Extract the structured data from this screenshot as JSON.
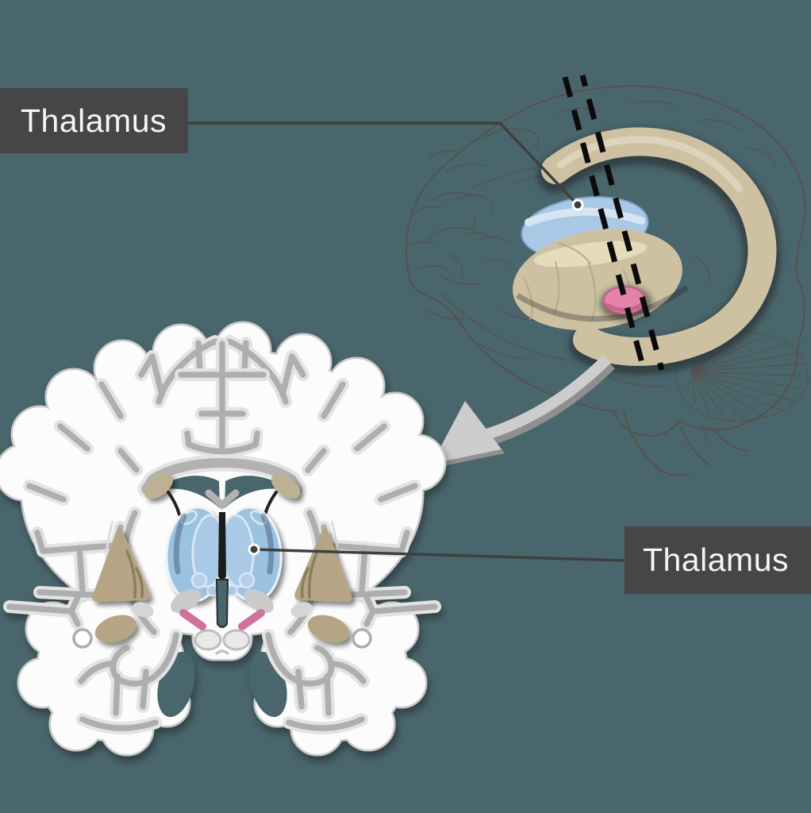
{
  "labels": {
    "sagittal": {
      "text": "Thalamus"
    },
    "coronal": {
      "text": "Thalamus"
    }
  },
  "illustration": {
    "views": [
      "sagittal-brain-with-section-plane",
      "coronal-brain-section"
    ],
    "icons": [
      "curved-arrow-icon",
      "leader-dot",
      "section-plane-dashed-lines"
    ]
  },
  "colors": {
    "bg": "#4a666d",
    "label_bg": "#464646",
    "label_text": "#f5f5f5",
    "leader_line": "#3f3f3f",
    "line_art": "#57504d",
    "structure_tan": "#cdc1a2",
    "structure_tan_dark": "#b4a88a",
    "structure_tan_light": "#ded5bd",
    "thalamus_blue": "#a9c8e6",
    "thalamus_blue_coronal": "#9cc2e2",
    "thalamus_blue_light": "#d9e7f3",
    "thalamus_blue_stroke": "#7fa3c6",
    "pink": "#e483aa",
    "pink_coronal": "#d1729c",
    "pink_dark": "#c2608a",
    "brain_white": "#fcfcfc",
    "brain_outline": "#c9c9c9",
    "sulcus_casing": "#e3e3e3",
    "sulcus_core": "#aeaeae",
    "basal_tan": "#b5a584",
    "caudate_tan": "#bdb093",
    "cream": "#e6ddbd",
    "arrow_light": "#cdcdcd",
    "arrow_shadow": "#8f8f8f",
    "section_dash": "#0b0b0b"
  }
}
